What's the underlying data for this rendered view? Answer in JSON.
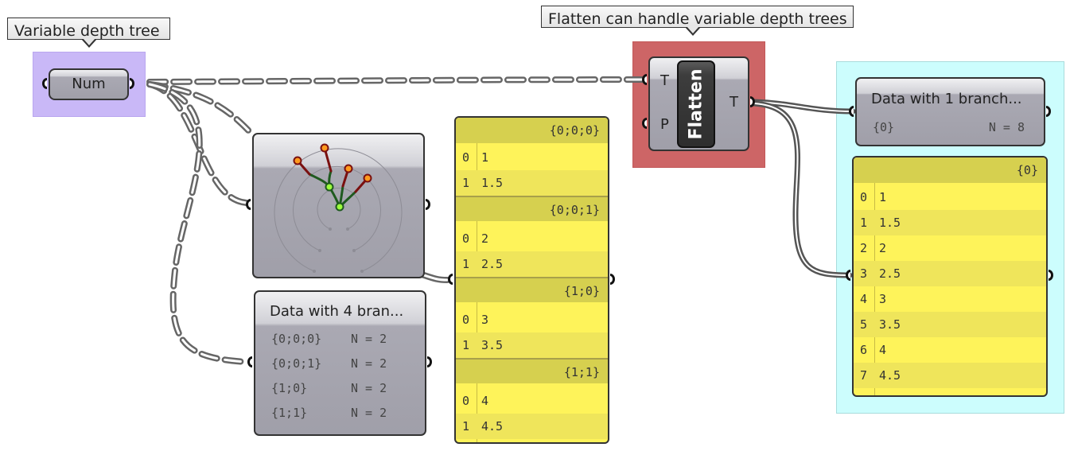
{
  "groups": {
    "num_group_color": "#c9b8f7",
    "flatten_group_color": "#cd6566",
    "output_group_color": "#ccfdfd"
  },
  "bubbles": {
    "left": "Variable depth tree",
    "right": "Flatten can handle variable depth trees"
  },
  "num_param": {
    "label": "Num"
  },
  "tree_viewer": {
    "description": "Param viewer tree graph (variable depth)",
    "branch_color": "#1f5a1f",
    "leaf_color": "#7a1010",
    "node_color": "#9cff3c",
    "leaf_node_color": "#ff9a1e"
  },
  "param_viewer_left": {
    "title": "Data with 4 bran...",
    "rows": [
      {
        "path": "{0;0;0}",
        "count": "N = 2"
      },
      {
        "path": "{0;0;1}",
        "count": "N = 2"
      },
      {
        "path": "{1;0}",
        "count": "N = 2"
      },
      {
        "path": "{1;1}",
        "count": "N = 2"
      }
    ]
  },
  "panel_left": {
    "branches": [
      {
        "path": "{0;0;0}",
        "items": [
          {
            "i": "0",
            "v": "1"
          },
          {
            "i": "1",
            "v": "1.5"
          }
        ]
      },
      {
        "path": "{0;0;1}",
        "items": [
          {
            "i": "0",
            "v": "2"
          },
          {
            "i": "1",
            "v": "2.5"
          }
        ]
      },
      {
        "path": "{1;0}",
        "items": [
          {
            "i": "0",
            "v": "3"
          },
          {
            "i": "1",
            "v": "3.5"
          }
        ]
      },
      {
        "path": "{1;1}",
        "items": [
          {
            "i": "0",
            "v": "4"
          },
          {
            "i": "1",
            "v": "4.5"
          }
        ]
      }
    ]
  },
  "flatten": {
    "name": "Flatten",
    "input_t": "T",
    "input_p": "P",
    "output_t": "T"
  },
  "param_viewer_right": {
    "title": "Data with 1 branch...",
    "path": "{0}",
    "count": "N = 8"
  },
  "panel_right": {
    "path": "{0}",
    "items": [
      {
        "i": "0",
        "v": "1"
      },
      {
        "i": "1",
        "v": "1.5"
      },
      {
        "i": "2",
        "v": "2"
      },
      {
        "i": "3",
        "v": "2.5"
      },
      {
        "i": "4",
        "v": "3"
      },
      {
        "i": "5",
        "v": "3.5"
      },
      {
        "i": "6",
        "v": "4"
      },
      {
        "i": "7",
        "v": "4.5"
      }
    ]
  }
}
